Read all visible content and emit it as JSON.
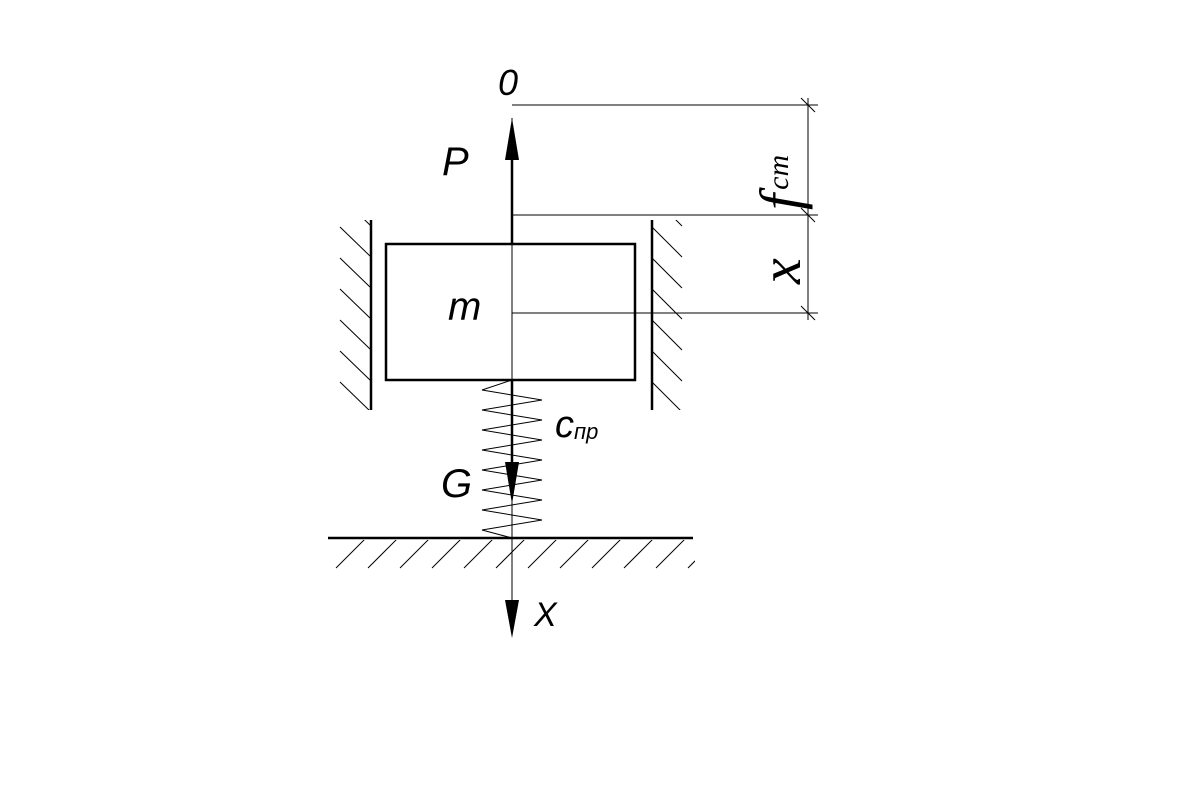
{
  "diagram": {
    "labels": {
      "origin": "0",
      "force_p": "P",
      "mass": "m",
      "spring_main": "c",
      "spring_sub": "пр",
      "weight": "G",
      "axis": "X",
      "static_main": "f",
      "static_sub": "ст",
      "displacement": "x"
    }
  }
}
